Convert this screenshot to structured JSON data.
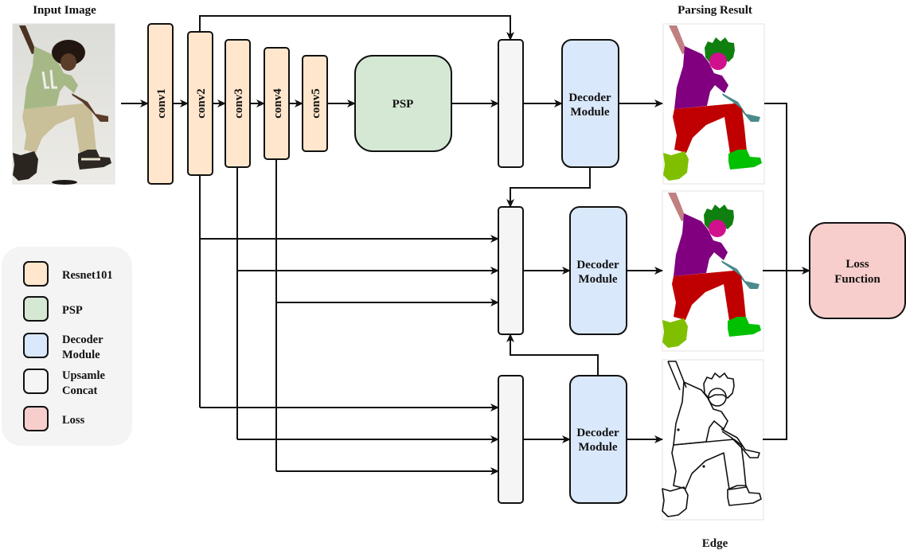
{
  "titles": {
    "input_image": "Input Image",
    "parsing_result": "Parsing Result",
    "edge": "Edge"
  },
  "encoder": {
    "blocks": [
      "conv1",
      "conv2",
      "conv3",
      "conv4",
      "conv5"
    ]
  },
  "psp": {
    "label": "PSP"
  },
  "decoder": {
    "line1": "Decoder",
    "line2": "Module"
  },
  "loss": {
    "line1": "Loss",
    "line2": "Function"
  },
  "legend": {
    "items": [
      {
        "line1": "Resnet101",
        "line2": ""
      },
      {
        "line1": "PSP",
        "line2": ""
      },
      {
        "line1": "Decoder",
        "line2": "Module"
      },
      {
        "line1": "Upsamle",
        "line2": "Concat"
      },
      {
        "line1": "Loss",
        "line2": ""
      }
    ]
  },
  "colors": {
    "resnet": "#ffe6cc",
    "psp": "#d5e8d4",
    "decoder": "#dae8fc",
    "concat": "#f5f5f5",
    "loss": "#f8cecc",
    "legend_bg": "#f4f4f4",
    "parsing": {
      "arm_left": "#c08080",
      "hair": "#0f7f0f",
      "face": "#d0108c",
      "upper_clothes": "#800080",
      "arm_right": "#4a8a8a",
      "pants": "#c00000",
      "shoe_left": "#80bf00",
      "shoe_right": "#00c000"
    }
  }
}
